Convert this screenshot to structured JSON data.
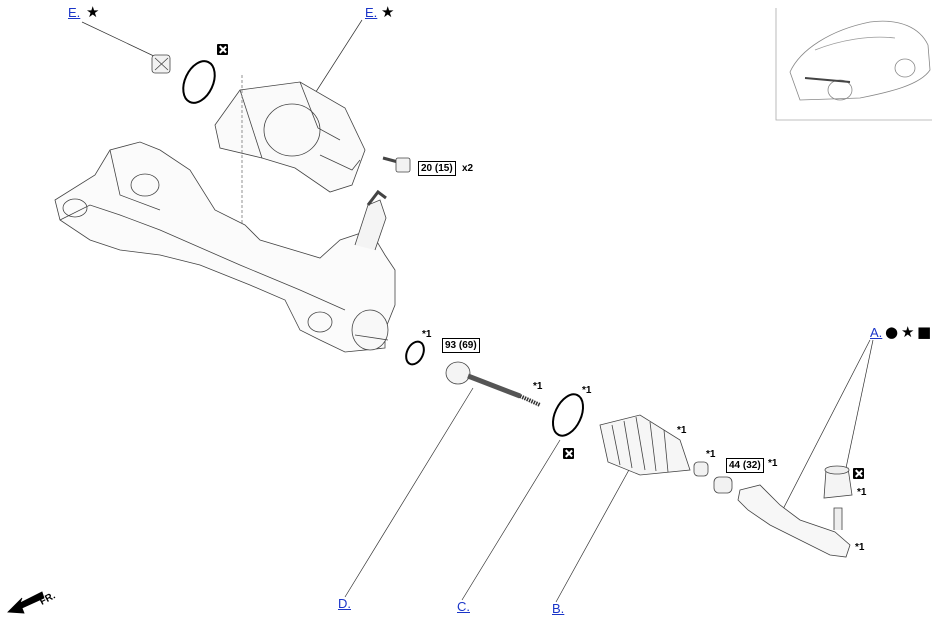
{
  "refs": {
    "e1": "E.",
    "e2": "E.",
    "a": "A.",
    "b": "B.",
    "c": "C.",
    "d": "D."
  },
  "symbols": {
    "star": "★",
    "circle": "●",
    "square": "■"
  },
  "torques": {
    "bolt": "20 (15)",
    "inner_rod": "93 (69)",
    "tie_rod_nut": "44 (32)"
  },
  "quantity": "x2",
  "note_marker": "*1",
  "fr_label": "FR.",
  "icons": {
    "no_reuse": "no-reuse-icon",
    "fr_arrow": "front-arrow-icon"
  }
}
